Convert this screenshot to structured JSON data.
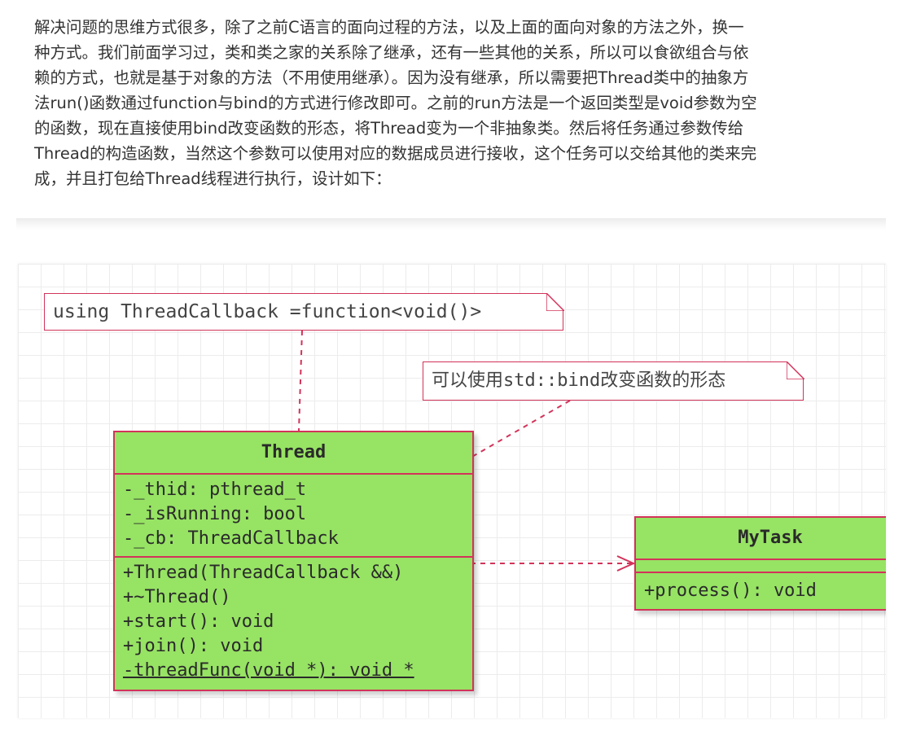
{
  "article": {
    "lines": [
      "解决问题的思维方式很多，除了之前C语言的面向过程的方法，以及上面的面向对象的方法之外，换一",
      "种方式。我们前面学习过，类和类之家的关系除了继承，还有一些其他的关系，所以可以食欲组合与依",
      "赖的方式，也就是基于对象的方法（不用使用继承）。因为没有继承，所以需要把Thread类中的抽象方",
      "法run()函数通过function与bind的方式进行修改即可。之前的run方法是一个返回类型是void参数为空",
      "的函数，现在直接使用bind改变函数的形态，将Thread变为一个非抽象类。然后将任务通过参数传给",
      "Thread的构造函数，当然这个参数可以使用对应的数据成员进行接收，这个任务可以交给其他的类来完",
      "成，并且打包给Thread线程进行执行，设计如下："
    ]
  },
  "diagram": {
    "notes": {
      "callback": "using ThreadCallback =function<void()>",
      "bind": "可以使用std::bind改变函数的形态"
    },
    "thread_class": {
      "name": "Thread",
      "attributes": [
        "-_thid: pthread_t",
        "-_isRunning: bool",
        "-_cb: ThreadCallback"
      ],
      "methods": [
        "+Thread(ThreadCallback &&)",
        "+~Thread()",
        "+start(): void",
        "+join(): void",
        "-threadFunc(void *): void *"
      ]
    },
    "mytask_class": {
      "name": "MyTask",
      "attributes": [],
      "methods": [
        "+process(): void"
      ]
    }
  },
  "colors": {
    "class_fill": "#97e364",
    "border": "#d2335a",
    "text": "#333333",
    "grid": "#ececec"
  }
}
